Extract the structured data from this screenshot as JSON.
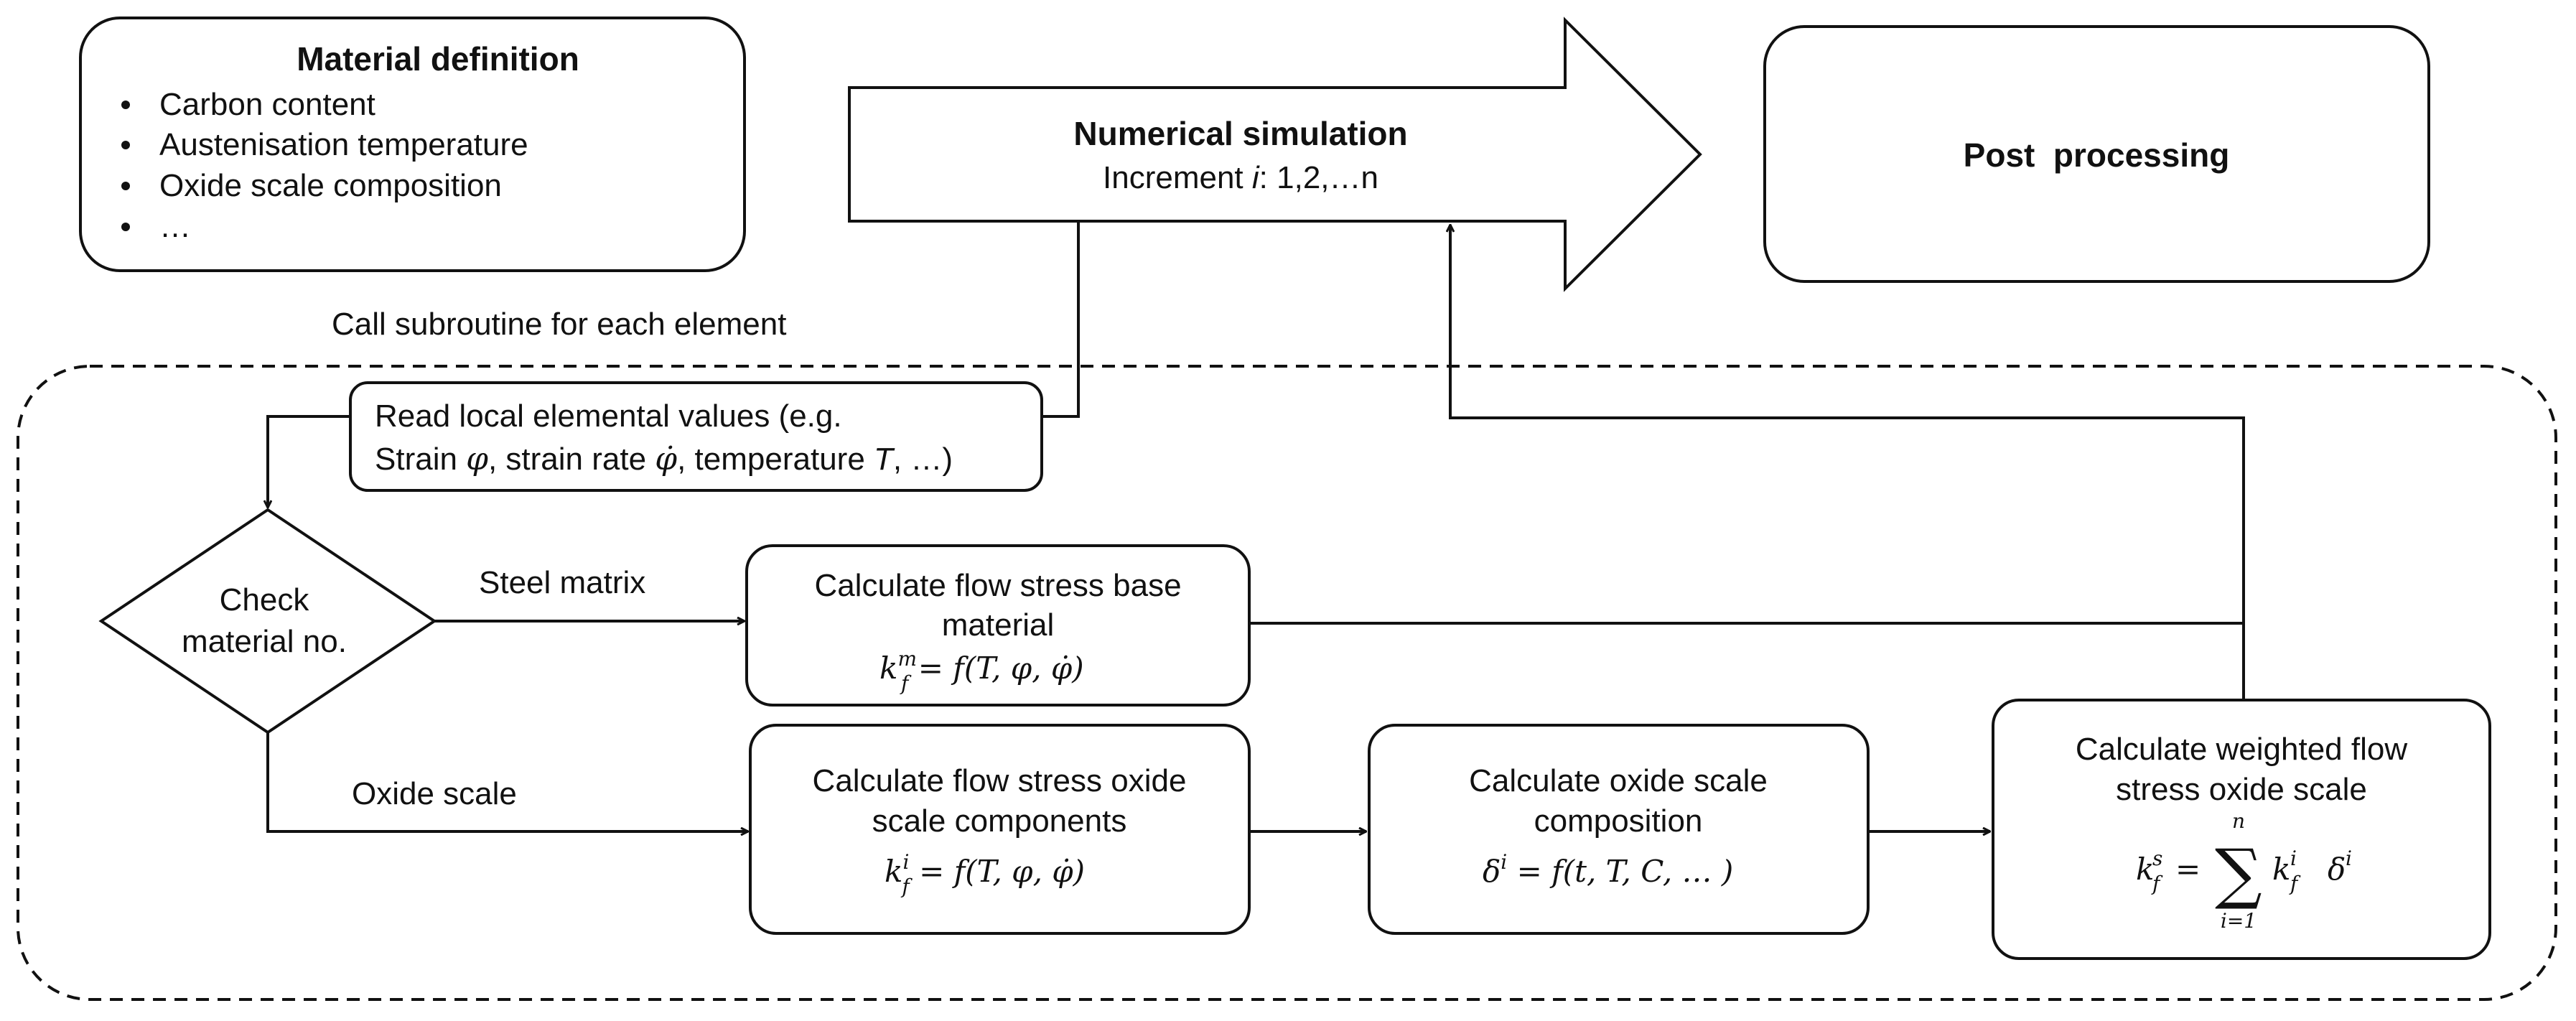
{
  "material_definition": {
    "title": "Material definition",
    "items": [
      "Carbon content",
      "Austenisation temperature",
      "Oxide scale composition",
      "…"
    ]
  },
  "numerical_simulation": {
    "title": "Numerical simulation",
    "increment_prefix": "Increment ",
    "increment_var": "i",
    "increment_suffix": ": 1,2,…n"
  },
  "post_processing": {
    "label": "Post  processing"
  },
  "subroutine_label": "Call subroutine for each element",
  "read_values": {
    "line1": "Read local elemental values (e.g.",
    "l2_a": "Strain ",
    "l2_phi": "φ",
    "l2_b": ", strain rate ",
    "l2_phidot": "φ̇",
    "l2_c": ", temperature ",
    "l2_T": "T",
    "l2_d": ", …)"
  },
  "check_material": {
    "line1": "Check",
    "line2": "material no."
  },
  "branch_labels": {
    "steel": "Steel matrix",
    "oxide": "Oxide scale"
  },
  "flow_stress_base": {
    "line1": "Calculate flow stress base",
    "line2": "material",
    "formula": {
      "var": "k",
      "sup": "m",
      "sub": "f",
      "rhs": " = f(T, φ, φ̇)"
    }
  },
  "flow_stress_oxide": {
    "line1": "Calculate flow stress oxide",
    "line2": "scale components",
    "formula": {
      "var": "k",
      "sup": "i",
      "sub": "f",
      "rhs": " = f(T, φ, φ̇)"
    }
  },
  "oxide_composition": {
    "line1": "Calculate oxide scale",
    "line2": "composition",
    "formula": {
      "var": "δ",
      "sup": "i",
      "rhs": " = f(t, T, C, … )"
    }
  },
  "weighted_flow": {
    "line1": "Calculate weighted flow",
    "line2": "stress oxide scale",
    "formula": {
      "lhs_var": "k",
      "lhs_sup": "s",
      "lhs_sub": "f",
      "eq": "=",
      "sum": "∑",
      "sum_top": "n",
      "sum_bottom": "i=1",
      "term_var": "k",
      "term_sup": "i",
      "term_sub": "f",
      "delta": "δ",
      "delta_sup": "i"
    }
  }
}
